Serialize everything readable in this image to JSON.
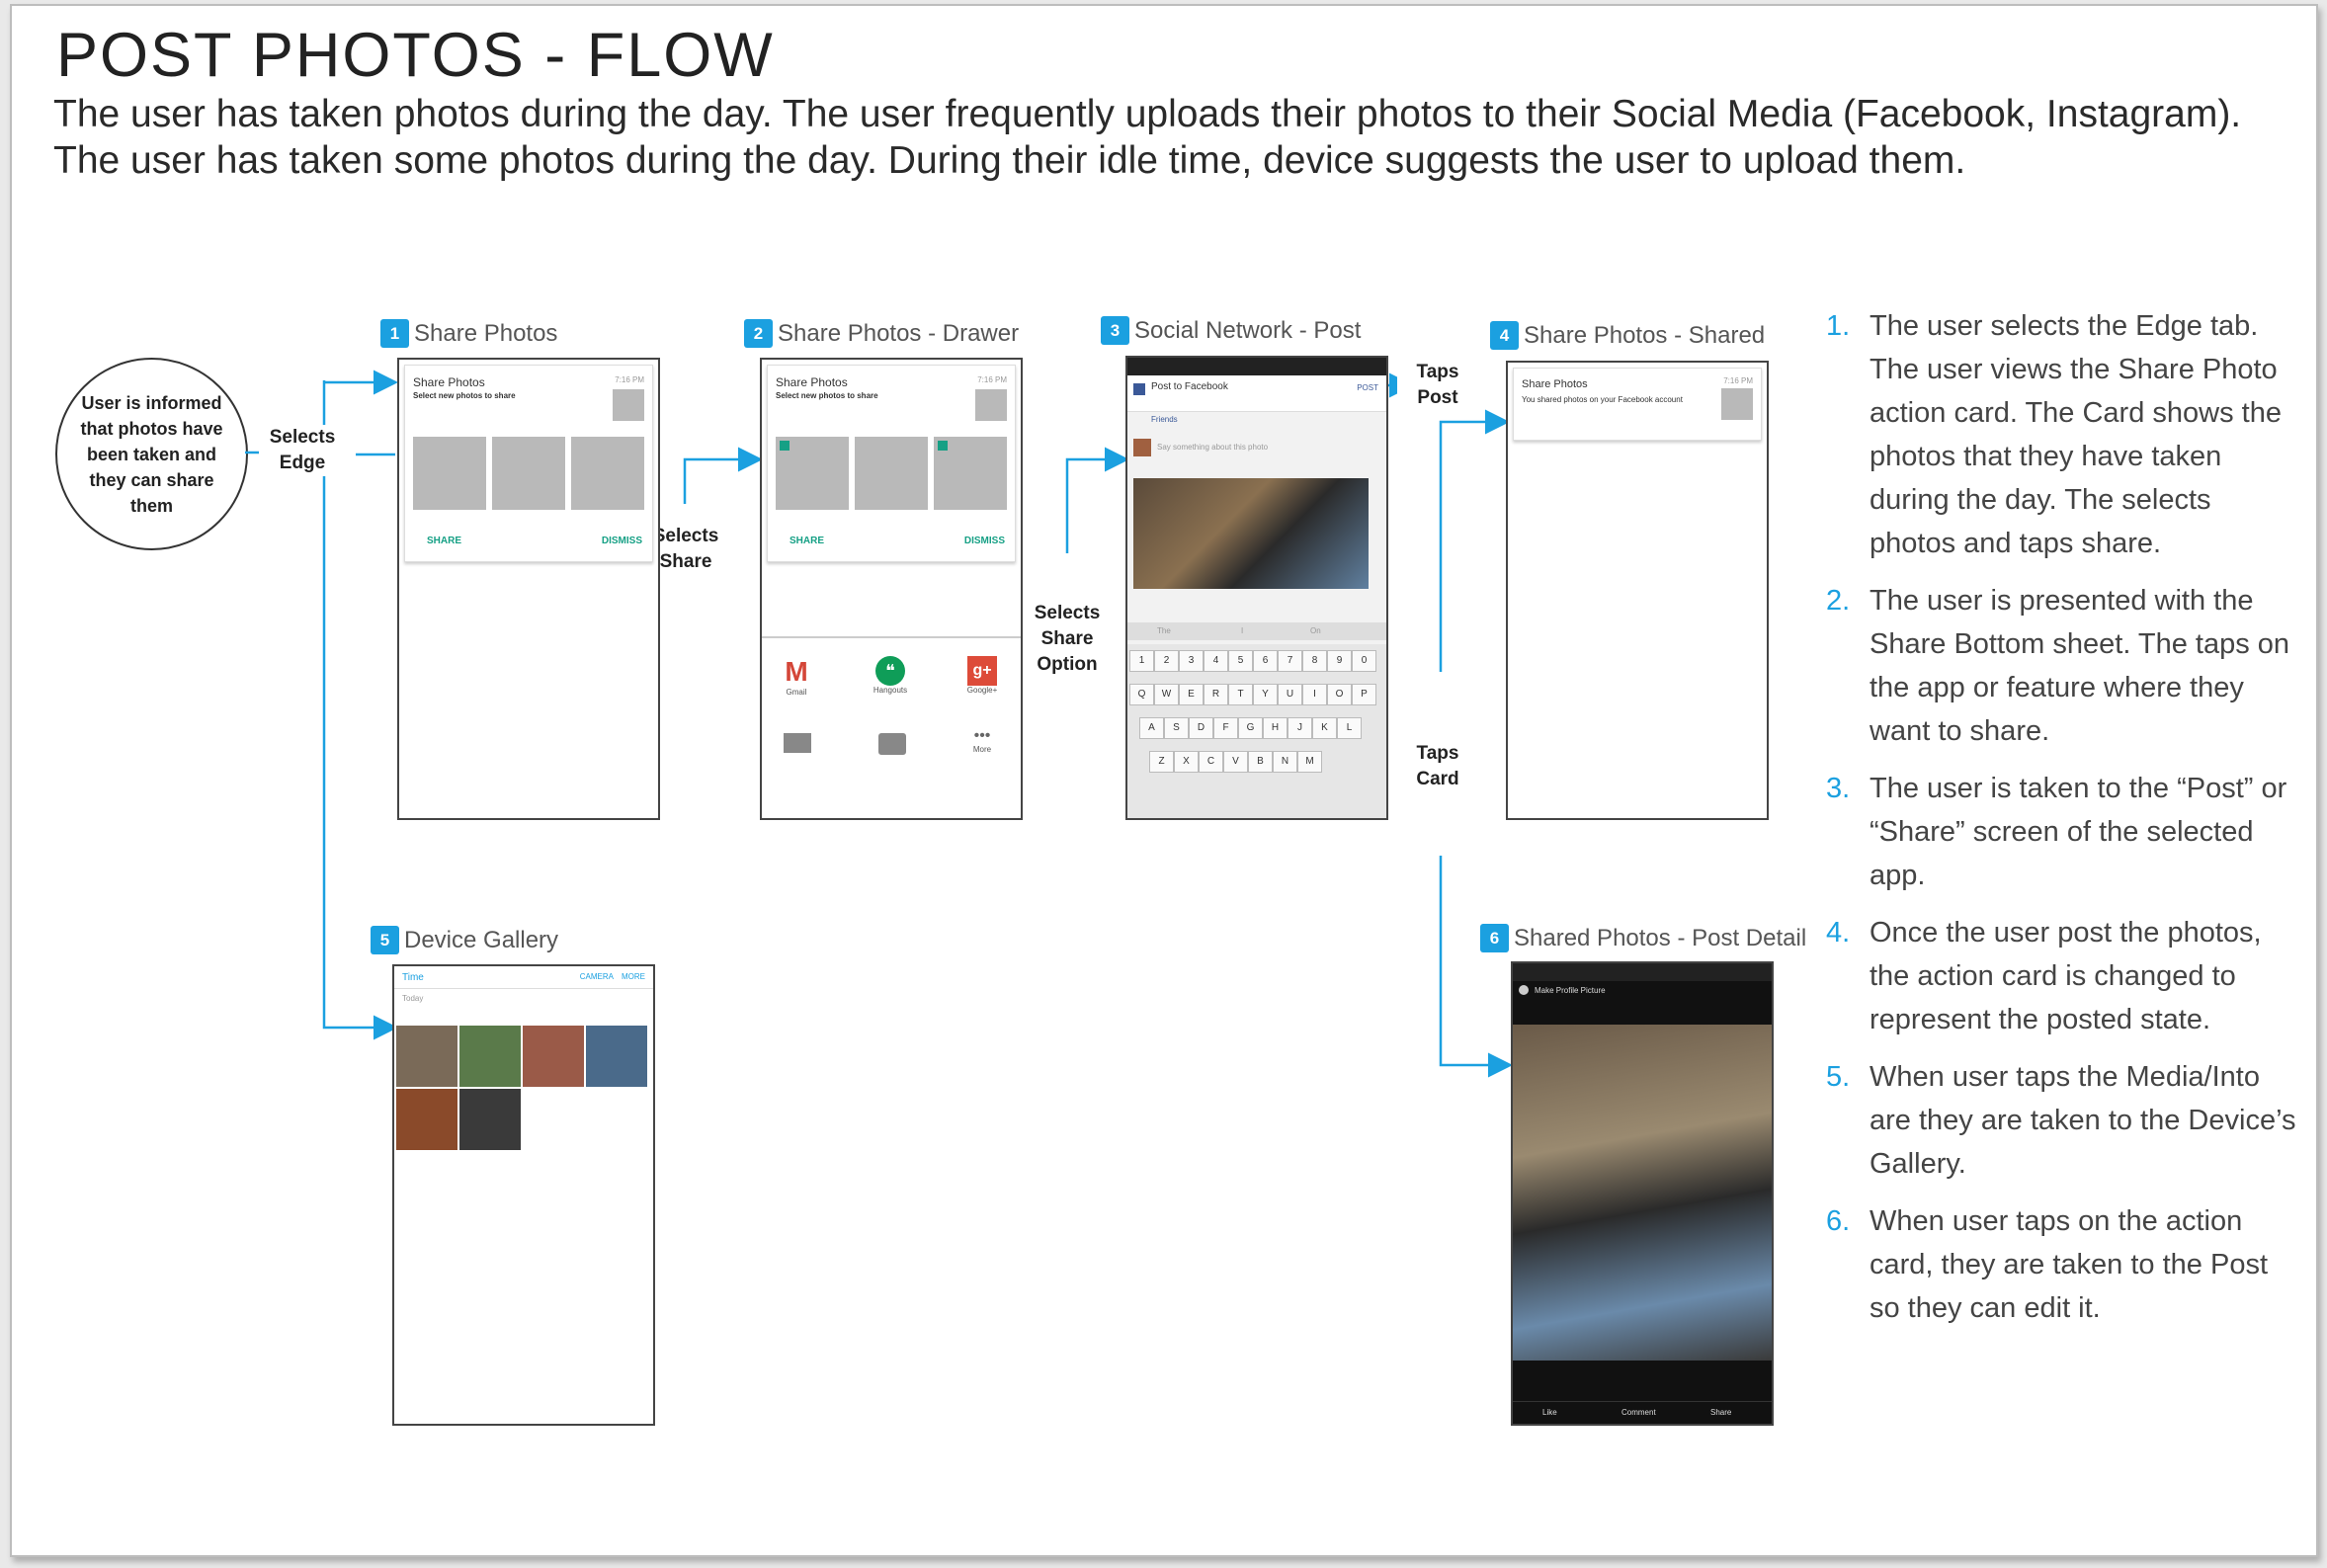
{
  "title": "POST PHOTOS - FLOW",
  "intro": [
    "The user has taken photos during the day.  The user frequently uploads their photos to their Social Media (Facebook, Instagram).",
    "The user has taken some photos during the day.  During their idle time, device suggests the user to upload them."
  ],
  "start_node": "User is informed that photos have been taken and they can share them",
  "annotations": {
    "selects_edge": "Selects Edge",
    "selects_share": "Selects Share",
    "selects_share_option": "Selects Share Option",
    "taps_post": "Taps Post",
    "taps_card": "Taps Card"
  },
  "screens": [
    {
      "num": "1",
      "label": "Share Photos"
    },
    {
      "num": "2",
      "label": "Share Photos - Drawer"
    },
    {
      "num": "3",
      "label": "Social Network - Post"
    },
    {
      "num": "4",
      "label": "Share Photos - Shared"
    },
    {
      "num": "5",
      "label": "Device Gallery"
    },
    {
      "num": "6",
      "label": "Shared Photos - Post Detail"
    }
  ],
  "card": {
    "title": "Share Photos",
    "subtitle": "Select new photos to share",
    "time": "7:16 PM",
    "share": "SHARE",
    "dismiss": "DISMISS",
    "shared_subtitle": "You shared photos on your Facebook account"
  },
  "drawer": {
    "gmail": "Gmail",
    "hangouts": "Hangouts",
    "google": "Google+",
    "more": "More"
  },
  "facebook": {
    "header": "Post to Facebook",
    "post": "POST",
    "audience": "Friends",
    "prompt": "Say something about this photo",
    "sugg1": "The",
    "sugg2": "I",
    "sugg3": "On"
  },
  "keyboard": {
    "row1": [
      "1",
      "2",
      "3",
      "4",
      "5",
      "6",
      "7",
      "8",
      "9",
      "0"
    ],
    "row2": [
      "Q",
      "W",
      "E",
      "R",
      "T",
      "Y",
      "U",
      "I",
      "O",
      "P"
    ],
    "row3": [
      "A",
      "S",
      "D",
      "F",
      "G",
      "H",
      "J",
      "K",
      "L"
    ],
    "row4": [
      "Z",
      "X",
      "C",
      "V",
      "B",
      "N",
      "M"
    ]
  },
  "gallery": {
    "tab": "Time",
    "camera": "CAMERA",
    "more": "MORE",
    "today": "Today"
  },
  "post_detail": {
    "header": "Make Profile Picture",
    "like": "Like",
    "comment": "Comment",
    "share": "Share"
  },
  "notes": [
    {
      "num": "1.",
      "text": "The user selects the Edge tab. The user views the Share Photo action card.  The Card shows the photos that they have taken during the day. The selects photos and taps share."
    },
    {
      "num": "2.",
      "text": "The user is presented with the Share Bottom sheet.  The taps on the app or feature where they want to share."
    },
    {
      "num": "3.",
      "text": "The user is taken to the “Post” or “Share” screen of the selected app."
    },
    {
      "num": "4.",
      "text": "Once the user post the photos, the action card is changed to represent the posted state."
    },
    {
      "num": "5.",
      "text": "When user taps the Media/Into are they are taken to the Device’s Gallery."
    },
    {
      "num": "6.",
      "text": "When user taps on the action card, they are taken to the Post so they can edit it."
    }
  ],
  "colors": {
    "accent": "#1ba0e0",
    "action_green": "#16a085",
    "arrow": "#1ba0e0"
  }
}
